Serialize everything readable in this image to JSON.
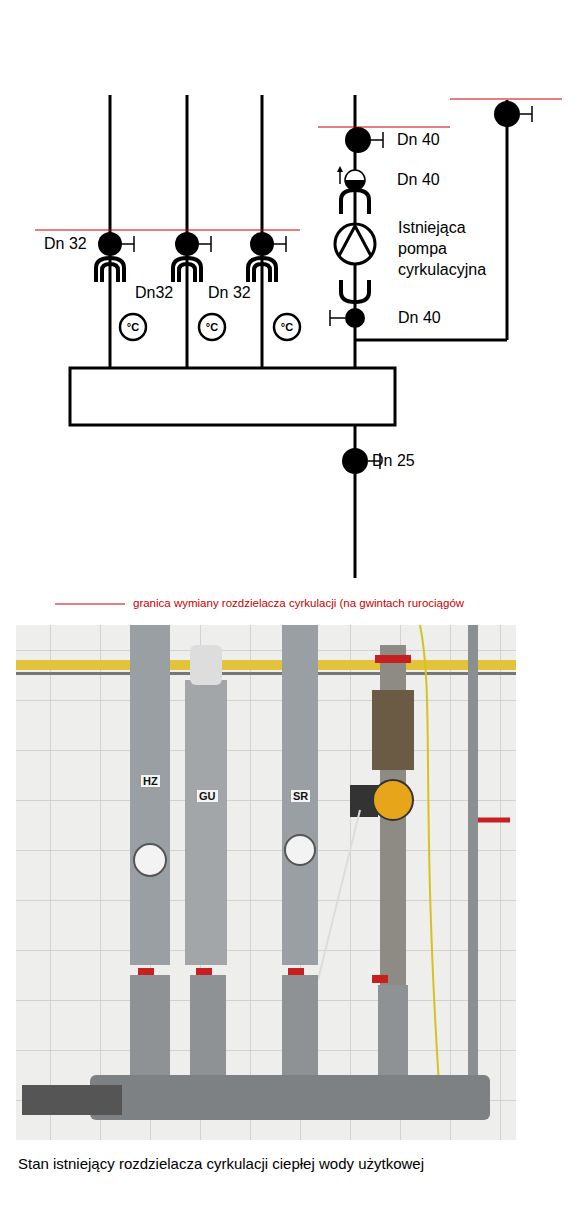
{
  "diagram": {
    "caption": "Stan istniejący rozdzielacza cyrkulacji ciepłej wody użytkowej",
    "nodes": [
      {
        "text": [
          "°C"
        ]
      },
      {
        "text": [
          "°C"
        ]
      },
      {
        "text": [
          "°C"
        ]
      }
    ],
    "labels": [
      "Dn 40",
      "Dn 40",
      "Istniejąca pompa cyrkulacyjna",
      "Dn 40",
      "Dn 32",
      "Dn32",
      "Dn 32",
      "Dn 25",
      "HZ",
      "GU",
      "SR"
    ],
    "legend": [
      {
        "text": "granica wymiany rozdzielacza cyrkulacji (na gwintach rurociągów"
      }
    ]
  }
}
